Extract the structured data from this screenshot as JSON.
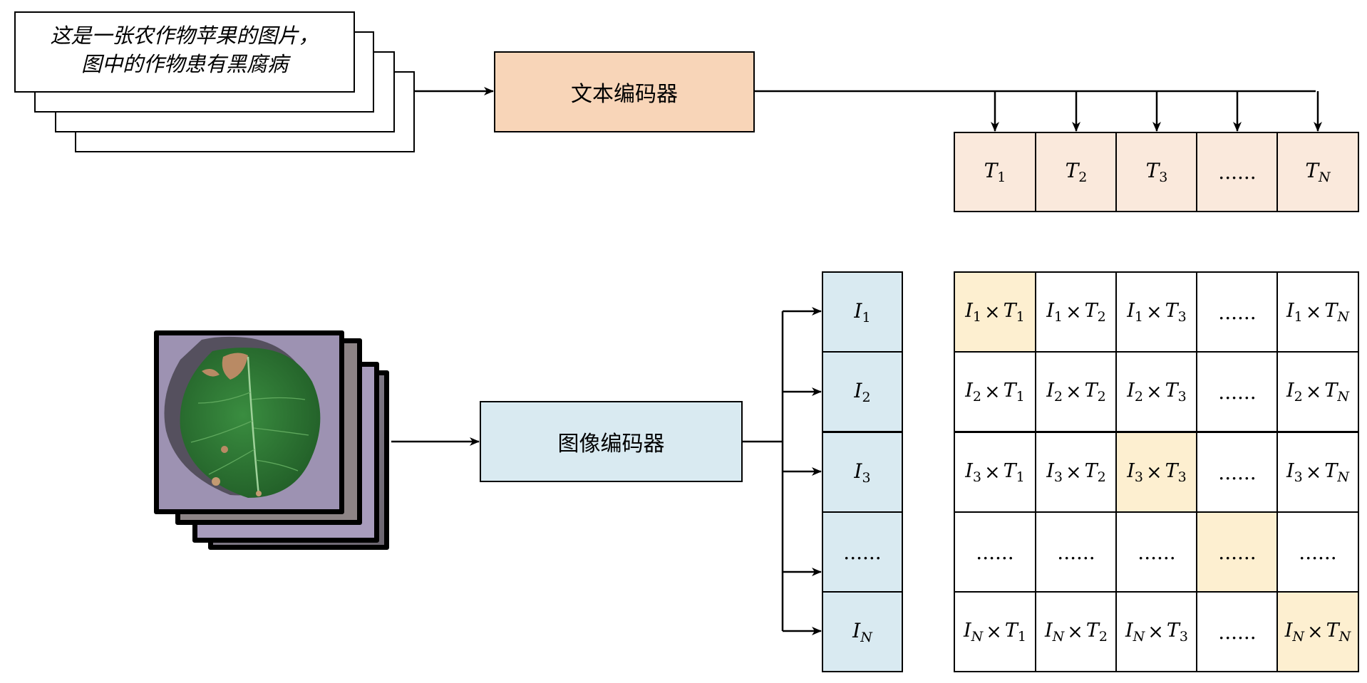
{
  "text_input": {
    "line1": "这是一张农作物苹果的图片，",
    "line2": "图中的作物患有黑腐病",
    "stack_count": 4
  },
  "text_encoder": {
    "label": "文本编码器",
    "color": "#f8d5b8"
  },
  "image_encoder": {
    "label": "图像编码器",
    "color": "#d9eaf1"
  },
  "image_input": {
    "description": "apple leaf with black rot lesions on purple background",
    "stack_count": 4,
    "background_color": "#9a8fb0",
    "leaf_color": "#2f7a35"
  },
  "text_embeddings": {
    "color": "#fae9dc",
    "items": [
      {
        "base": "T",
        "sub": "1"
      },
      {
        "base": "T",
        "sub": "2"
      },
      {
        "base": "T",
        "sub": "3"
      },
      {
        "base": "",
        "sub": "",
        "ellipsis": "......"
      },
      {
        "base": "T",
        "sub": "N"
      }
    ]
  },
  "image_embeddings": {
    "color": "#d9eaf1",
    "items": [
      {
        "base": "I",
        "sub": "1"
      },
      {
        "base": "I",
        "sub": "2"
      },
      {
        "base": "I",
        "sub": "3"
      },
      {
        "base": "",
        "sub": "",
        "ellipsis": "......"
      },
      {
        "base": "I",
        "sub": "N"
      }
    ]
  },
  "similarity_matrix": {
    "highlight_color": "#fdefd0",
    "operator": "×",
    "ellipsis": "......",
    "row_subs": [
      "1",
      "2",
      "3",
      "...",
      "N"
    ],
    "col_subs": [
      "1",
      "2",
      "3",
      "...",
      "N"
    ],
    "highlighted_diagonal": [
      [
        0,
        0
      ],
      [
        2,
        2
      ],
      [
        3,
        3
      ],
      [
        4,
        4
      ]
    ]
  }
}
